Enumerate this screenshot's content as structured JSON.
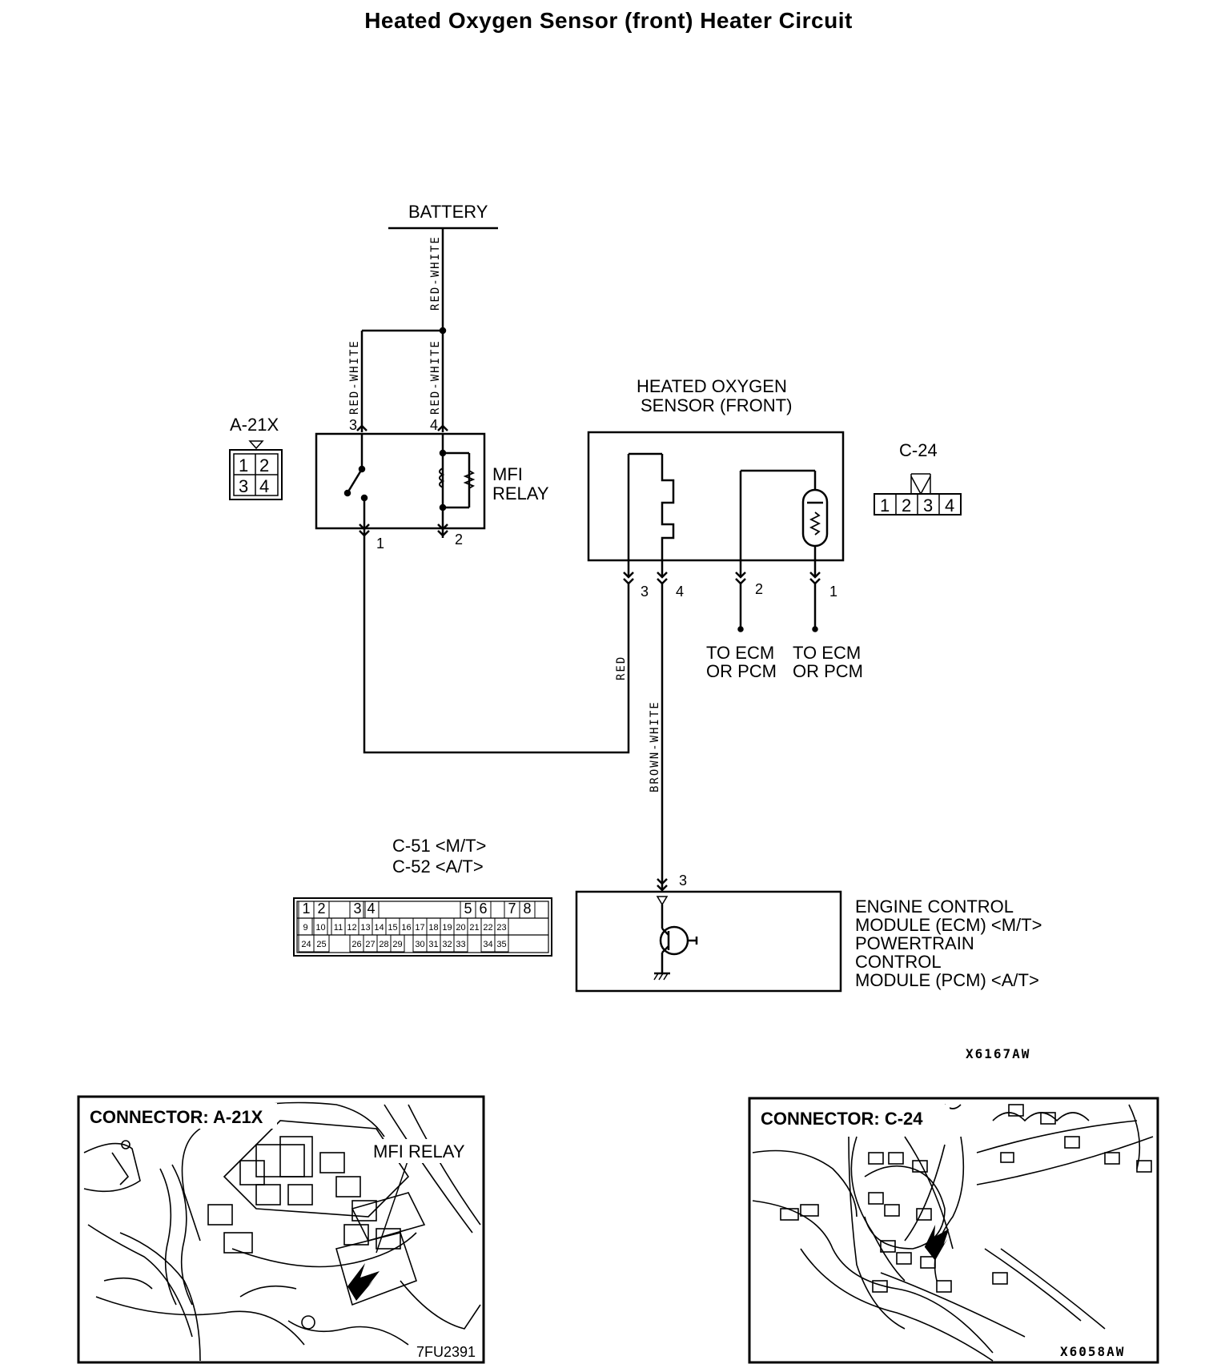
{
  "title": "Heated Oxygen Sensor (front) Heater Circuit",
  "battery": {
    "label": "BATTERY"
  },
  "wires": {
    "red_white_top": "RED-WHITE",
    "red_white_pin3": "RED-WHITE",
    "red_white_pin4": "RED-WHITE",
    "red": "RED",
    "brown_white": "BROWN-WHITE"
  },
  "relay": {
    "connector": "A-21X",
    "label_line1": "MFI",
    "label_line2": "RELAY",
    "pins": [
      "1",
      "2",
      "3",
      "4"
    ],
    "connector_cells": [
      "1",
      "2",
      "3",
      "4"
    ]
  },
  "sensor": {
    "label_line1": "HEATED OXYGEN",
    "label_line2": "SENSOR (FRONT)",
    "connector": "C-24",
    "pins": [
      "3",
      "4",
      "2",
      "1"
    ],
    "connector_cells": [
      "1",
      "2",
      "3",
      "4"
    ],
    "to_ecm_1_line1": "TO ECM",
    "to_ecm_1_line2": "OR PCM",
    "to_ecm_2_line1": "TO ECM",
    "to_ecm_2_line2": "OR PCM"
  },
  "ecm": {
    "connector_line1": "C-51 <M/T>",
    "connector_line2": "C-52 <A/T>",
    "pin": "3",
    "label_lines": [
      "ENGINE CONTROL",
      "MODULE (ECM) <M/T>",
      "POWERTRAIN",
      "CONTROL",
      "MODULE (PCM) <A/T>"
    ],
    "connector_rows": [
      [
        "1",
        "2",
        "3",
        "4",
        "5",
        "6",
        "7",
        "8"
      ],
      [
        "9",
        "10",
        "11",
        "12",
        "13",
        "14",
        "15",
        "16",
        "17",
        "18",
        "19",
        "20",
        "21",
        "22",
        "23"
      ],
      [
        "24",
        "25",
        "26",
        "27",
        "28",
        "29",
        "30",
        "31",
        "32",
        "33",
        "34",
        "35"
      ]
    ]
  },
  "diagram_code": "X6167AW",
  "photo_left": {
    "connector_label": "CONNECTOR: A-21X",
    "part_label": "MFI RELAY",
    "code": "7FU2391"
  },
  "photo_right": {
    "connector_label": "CONNECTOR: C-24",
    "code": "X6058AW"
  }
}
